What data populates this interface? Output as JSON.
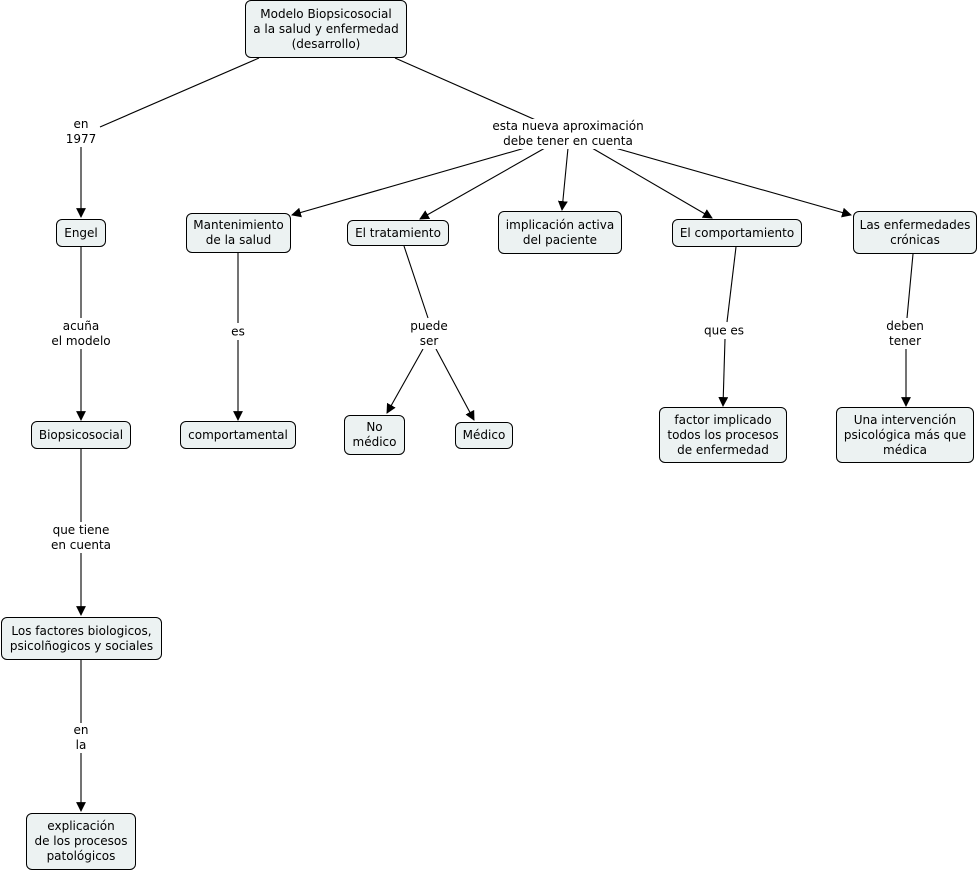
{
  "concept_map": {
    "nodes": {
      "root": "Modelo Biopsicosocial\na la salud y enfermedad\n(desarrollo)",
      "engel": "Engel",
      "biopsicosocial": "Biopsicosocial",
      "factores": "Los factores biologicos,\npsicolñogicos y sociales",
      "explicacion": "explicación\nde los procesos\npatológicos",
      "mantenimiento": "Mantenimiento\nde la salud",
      "comportamental": "comportamental",
      "tratamiento": "El tratamiento",
      "no_medico": "No\nmédico",
      "medico": "Médico",
      "implicacion": "implicación activa\ndel paciente",
      "comportamiento": "El comportamiento",
      "factor_implicado": "factor implicado\ntodos los procesos\nde enfermedad",
      "enfermedades": "Las enfermedades\ncrónicas",
      "intervencion": "Una intervención\npsicológica más que\nmédica"
    },
    "links": {
      "en1977": "en\n1977",
      "aproximacion": "esta nueva aproximación\ndebe tener en cuenta",
      "acuna": "acuña\nel modelo",
      "que_tiene": "que tiene\nen cuenta",
      "en_la": "en\nla",
      "es": "es",
      "puede_ser": "puede\nser",
      "que_es": "que es",
      "deben_tener": "deben\ntener"
    }
  }
}
